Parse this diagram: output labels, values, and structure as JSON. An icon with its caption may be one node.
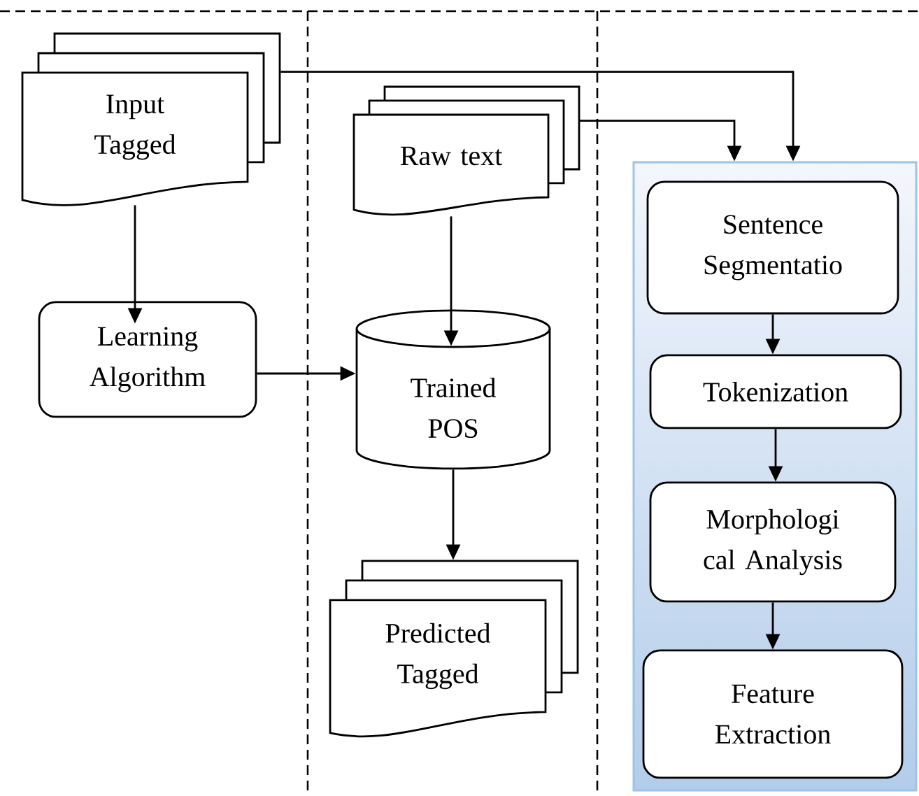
{
  "diagram": {
    "nodes": [
      {
        "text": [
          "Input Tagged"
        ]
      },
      {
        "text": [
          "Learning Algorithm"
        ]
      },
      {
        "text": [
          "Raw text"
        ]
      },
      {
        "text": [
          "Trained POS"
        ]
      },
      {
        "text": [
          "Predicted Tagged"
        ]
      },
      {
        "text": [],
        "shape": "box"
      },
      {
        "text": [
          "Sentence Segmentatio"
        ],
        "in": 5
      },
      {
        "text": [
          "Tokenization"
        ],
        "in": 5
      },
      {
        "text": [
          "Morphologi cal Analysis"
        ],
        "in": 5
      },
      {
        "text": [
          "Feature Extraction"
        ],
        "in": 5
      }
    ],
    "edges": [
      {
        "from": 0,
        "to": 1,
        "arrow": "to"
      },
      {
        "from": 1,
        "to": 3,
        "arrow": "to"
      },
      {
        "from": 2,
        "to": 3,
        "arrow": "to"
      },
      {
        "from": 3,
        "to": 4,
        "arrow": "to"
      },
      {
        "from": 0,
        "to": 5,
        "arrow": "to"
      },
      {
        "from": 2,
        "to": 5,
        "arrow": "to"
      },
      {
        "from": 6,
        "to": 7,
        "arrow": "to"
      },
      {
        "from": 7,
        "to": 8,
        "arrow": "to"
      },
      {
        "from": 8,
        "to": 9,
        "arrow": "to"
      }
    ]
  }
}
